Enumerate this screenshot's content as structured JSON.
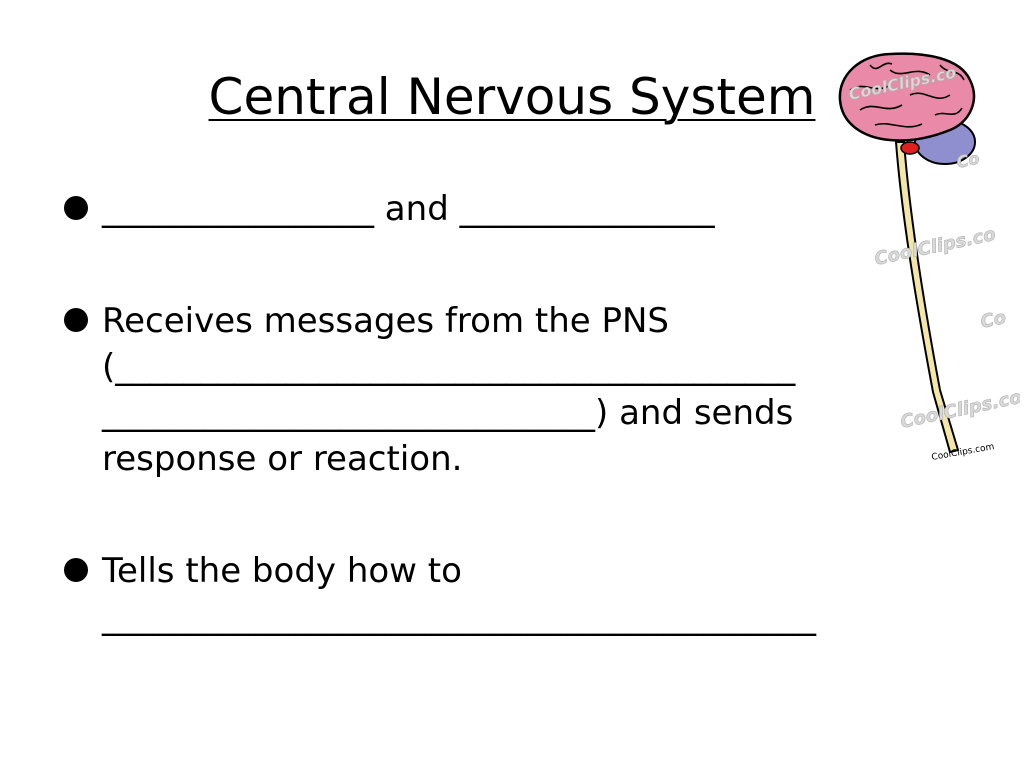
{
  "slide": {
    "title": "Central Nervous System",
    "bullets": [
      {
        "text": "________________ and _______________"
      },
      {
        "text": "Receives messages from the PNS (________________________________________\n_____________________________)  and sends response or reaction."
      },
      {
        "text": "Tells the body how to __________________________________________"
      }
    ]
  },
  "illustration": {
    "subject": "brain-and-spinal-cord",
    "watermarks": [
      "CoolClips.co",
      "Co",
      "CoolClips.co",
      "Co",
      "CoolClips.co",
      "CoolClips.com"
    ],
    "colors": {
      "cerebrum": "#e88aa8",
      "cerebellum": "#8f8fcf",
      "brainstem": "#e02020",
      "spinal_cord": "#f3e6a6"
    }
  }
}
